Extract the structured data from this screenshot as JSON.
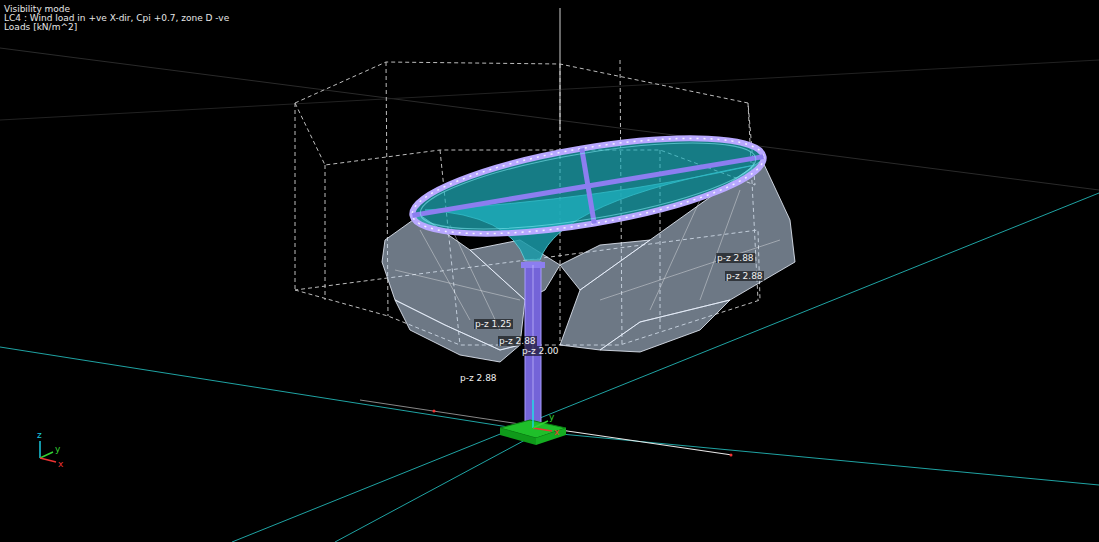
{
  "diagram": {
    "labels": [
      "Visibility mode",
      "LC4 : Wind load in +ve X-dir, Cpi +0.7, zone D -ve",
      "Loads [kN/m^2]",
      "p-z 2.88",
      "p-z 2.88",
      "p-z 1.25",
      "p-z 2.88",
      "p-z 2.00",
      "p-z 2.88",
      "z",
      "y",
      "x",
      "y",
      "x"
    ]
  }
}
